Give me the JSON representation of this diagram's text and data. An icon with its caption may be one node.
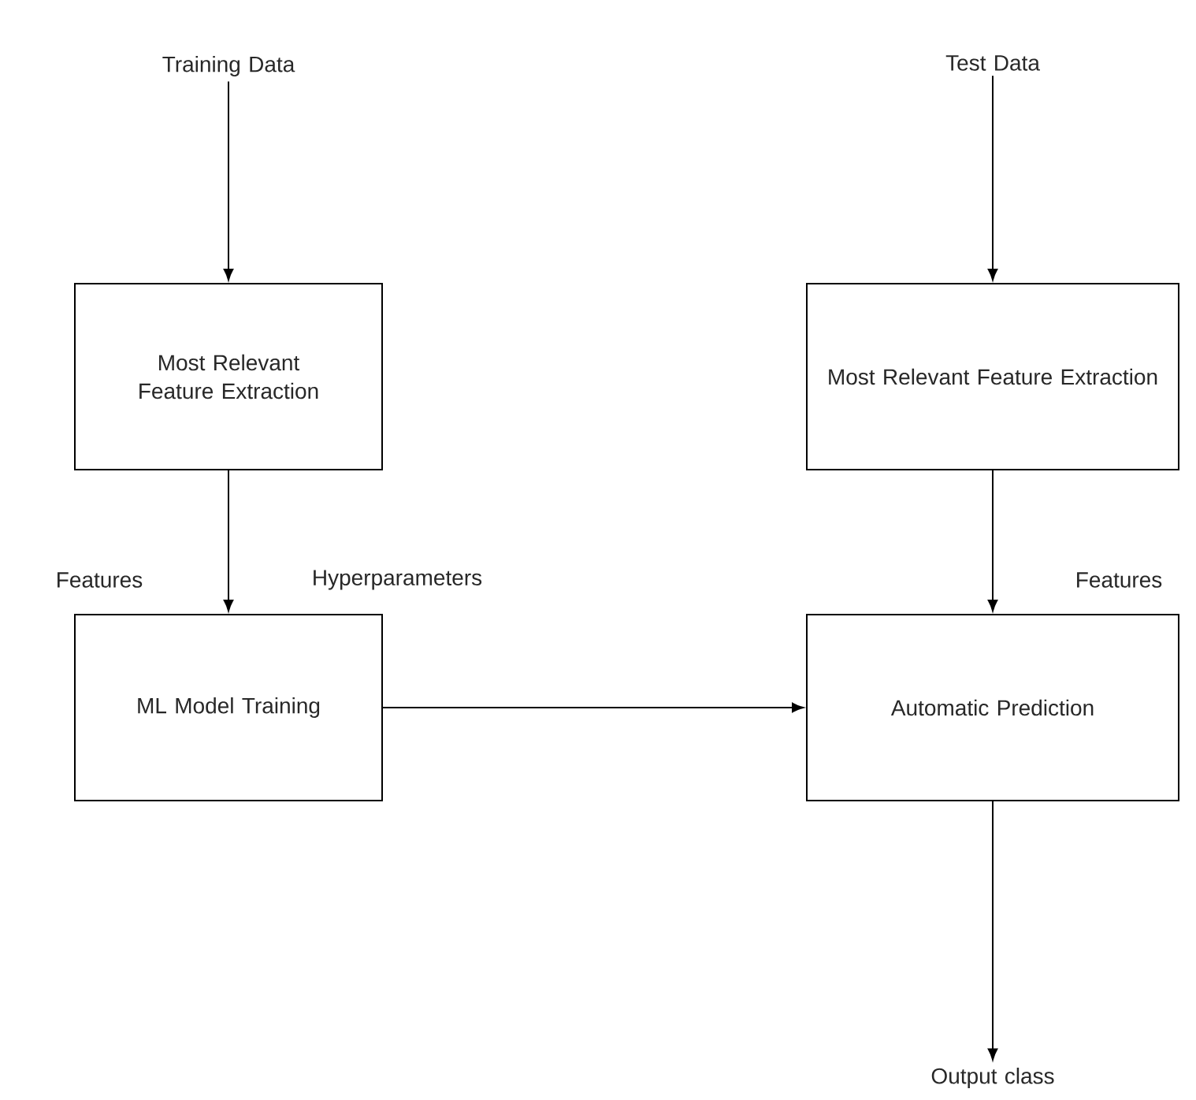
{
  "diagram": {
    "nodes": [
      {
        "text": [
          "Training Data"
        ]
      },
      {
        "text": [
          "Most Relevant Feature Extraction"
        ]
      },
      {
        "text": [
          "Test Data"
        ]
      },
      {
        "text": [
          "Most Relevant Feature Extraction"
        ]
      },
      {
        "text": [
          "ML Model Training"
        ]
      },
      {
        "text": [
          "Automatic Prediction"
        ]
      },
      {
        "text": [
          "Output class"
        ]
      }
    ],
    "edges": [
      {
        "from": 0,
        "to": 1,
        "arrow": "to"
      },
      {
        "from": 2,
        "to": 3,
        "arrow": "to"
      },
      {
        "from": 1,
        "to": 4,
        "arrow": "to",
        "label": "Features"
      },
      {
        "from": 3,
        "to": 5,
        "arrow": "to",
        "label": "Features"
      },
      {
        "from": 4,
        "to": 5,
        "arrow": "to"
      },
      {
        "from": 5,
        "to": 6,
        "arrow": "to"
      }
    ],
    "labels": [
      "Hyperparameters"
    ]
  }
}
